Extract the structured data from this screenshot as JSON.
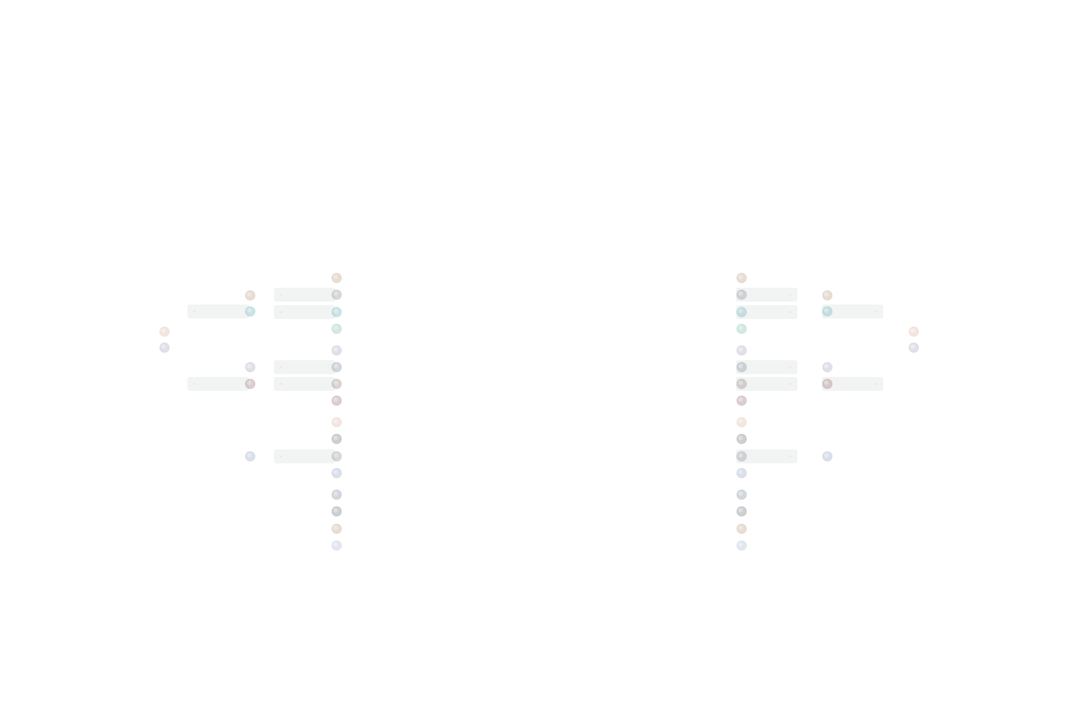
{
  "view": {
    "type": "tournament-bracket",
    "node_opacity": 0.42,
    "bar_color": "#f2f3f3"
  },
  "palette": {
    "tan": "#c9ae97",
    "grey": "#9ea2a7",
    "teal": "#86bfc2",
    "mint": "#97c9b5",
    "lilac": "#b6b8c9",
    "steel": "#97a0ad",
    "taupe": "#a89896",
    "mauve": "#a98a8e",
    "peach": "#e2c4b4",
    "slate": "#8a8c90",
    "blue": "#a6b3cf",
    "sky": "#b9c4d9"
  },
  "brackets": [
    {
      "id": "left",
      "rounds": [
        {
          "id": "round-1",
          "nodes": [
            {
              "icon": "participant-icon",
              "color": "tan"
            },
            {
              "icon": "participant-icon",
              "color": "grey",
              "advanced": true
            },
            {
              "icon": "participant-icon",
              "color": "teal",
              "advanced": true
            },
            {
              "icon": "participant-icon",
              "color": "mint"
            },
            {
              "icon": "participant-icon",
              "color": "lilac"
            },
            {
              "icon": "participant-icon",
              "color": "steel",
              "advanced": true
            },
            {
              "icon": "participant-icon",
              "color": "taupe",
              "advanced": true
            },
            {
              "icon": "participant-icon",
              "color": "mauve"
            },
            {
              "icon": "participant-icon",
              "color": "peach"
            },
            {
              "icon": "participant-icon",
              "color": "slate"
            },
            {
              "icon": "participant-icon",
              "color": "grey",
              "advanced": true
            },
            {
              "icon": "participant-icon",
              "color": "blue"
            },
            {
              "icon": "participant-icon",
              "color": "steel"
            },
            {
              "icon": "participant-icon",
              "color": "slate"
            },
            {
              "icon": "participant-icon",
              "color": "tan"
            },
            {
              "icon": "participant-icon",
              "color": "sky"
            }
          ]
        },
        {
          "id": "round-2",
          "nodes": [
            {
              "icon": "participant-icon",
              "color": "tan"
            },
            {
              "icon": "participant-icon",
              "color": "teal",
              "advanced": true
            },
            {
              "icon": "participant-icon",
              "color": "lilac"
            },
            {
              "icon": "participant-icon",
              "color": "mauve",
              "advanced": true
            },
            {
              "icon": "participant-icon",
              "color": "blue"
            }
          ]
        },
        {
          "id": "round-3",
          "nodes": [
            {
              "icon": "participant-icon",
              "color": "peach"
            },
            {
              "icon": "participant-icon",
              "color": "lilac"
            }
          ]
        }
      ]
    },
    {
      "id": "right",
      "rounds": [
        {
          "id": "round-1",
          "nodes": [
            {
              "icon": "participant-icon",
              "color": "tan"
            },
            {
              "icon": "participant-icon",
              "color": "grey",
              "advanced": true
            },
            {
              "icon": "participant-icon",
              "color": "teal",
              "advanced": true
            },
            {
              "icon": "participant-icon",
              "color": "mint"
            },
            {
              "icon": "participant-icon",
              "color": "lilac"
            },
            {
              "icon": "participant-icon",
              "color": "steel",
              "advanced": true
            },
            {
              "icon": "participant-icon",
              "color": "taupe",
              "advanced": true
            },
            {
              "icon": "participant-icon",
              "color": "mauve"
            },
            {
              "icon": "participant-icon",
              "color": "peach"
            },
            {
              "icon": "participant-icon",
              "color": "slate"
            },
            {
              "icon": "participant-icon",
              "color": "grey",
              "advanced": true
            },
            {
              "icon": "participant-icon",
              "color": "blue"
            },
            {
              "icon": "participant-icon",
              "color": "steel"
            },
            {
              "icon": "participant-icon",
              "color": "slate"
            },
            {
              "icon": "participant-icon",
              "color": "tan"
            },
            {
              "icon": "participant-icon",
              "color": "sky"
            }
          ]
        },
        {
          "id": "round-2",
          "nodes": [
            {
              "icon": "participant-icon",
              "color": "tan"
            },
            {
              "icon": "participant-icon",
              "color": "teal",
              "advanced": true
            },
            {
              "icon": "participant-icon",
              "color": "lilac"
            },
            {
              "icon": "participant-icon",
              "color": "mauve",
              "advanced": true
            },
            {
              "icon": "participant-icon",
              "color": "blue"
            }
          ]
        },
        {
          "id": "round-3",
          "nodes": [
            {
              "icon": "participant-icon",
              "color": "peach"
            },
            {
              "icon": "participant-icon",
              "color": "lilac"
            }
          ]
        }
      ]
    }
  ]
}
